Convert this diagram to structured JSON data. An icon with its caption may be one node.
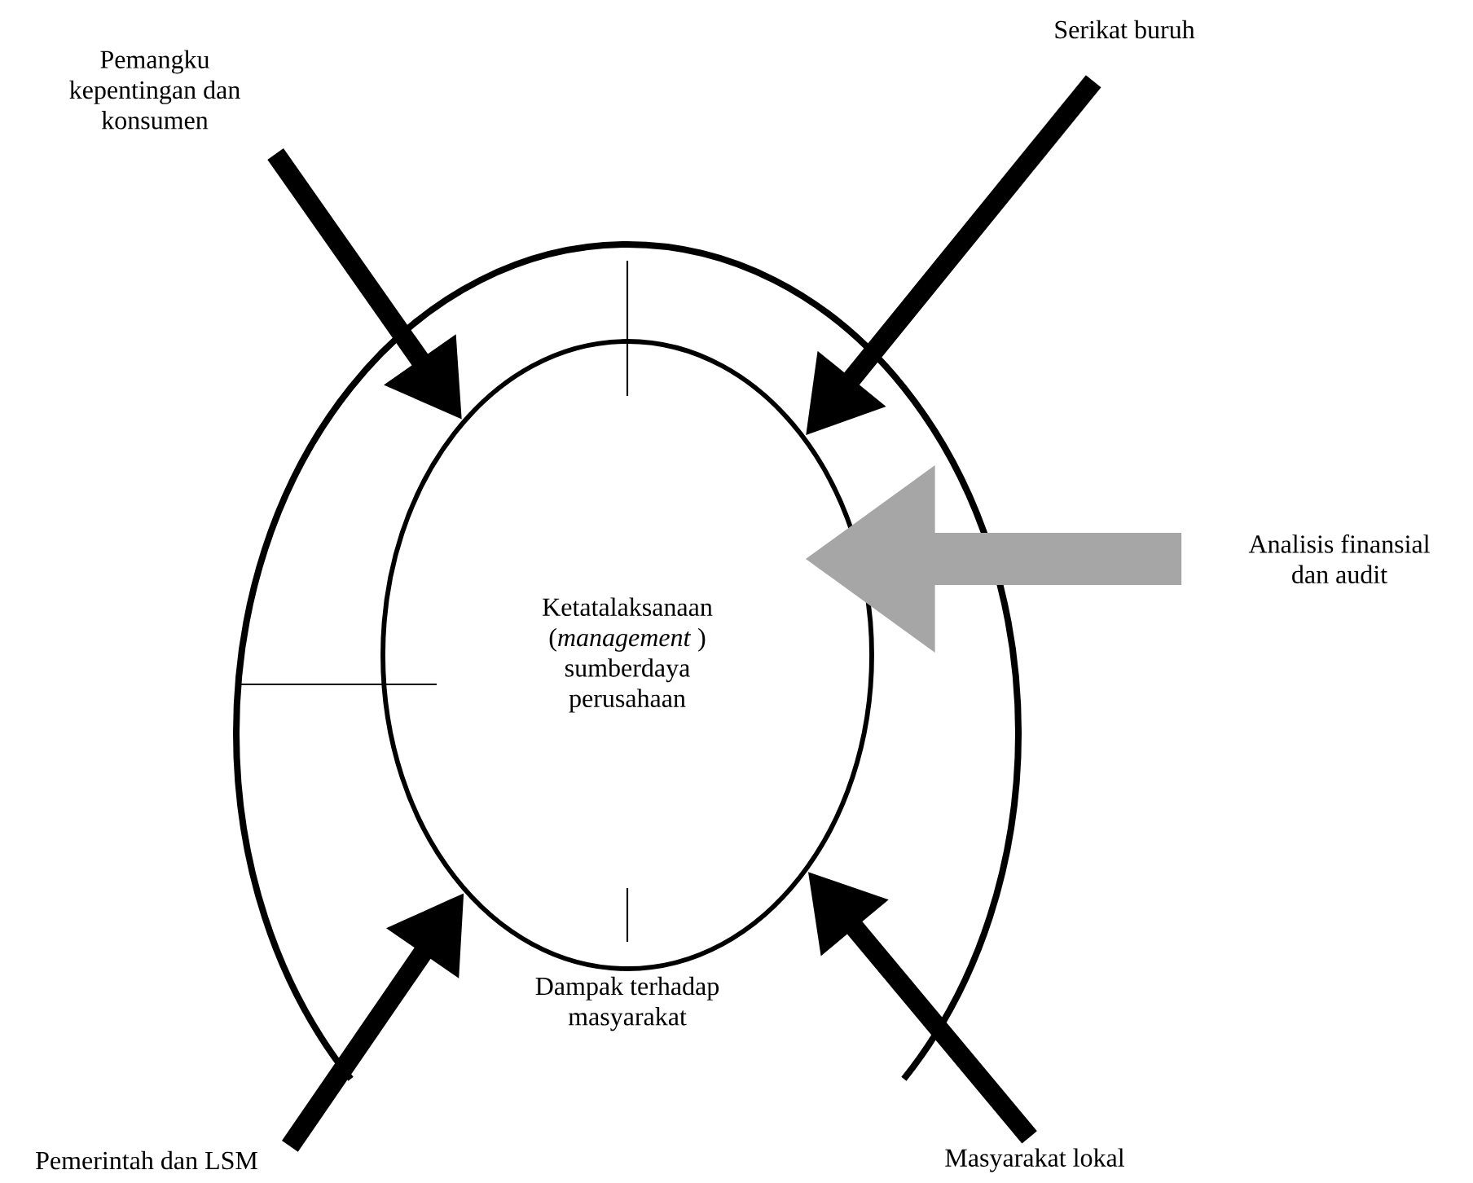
{
  "diagram": {
    "nodes": [
      {
        "text": [],
        "shape": "ellipse"
      },
      {
        "text": [
          "Ketatalaksanaan (*management* ) sumberdaya perusahaan"
        ],
        "in": 0
      },
      {
        "text": [
          "Pemangku kepentingan dan konsumen"
        ]
      },
      {
        "text": [
          "Serikat buruh"
        ]
      },
      {
        "text": [
          "Analisis finansial dan audit"
        ]
      },
      {
        "text": [
          "Pemerintah dan LSM"
        ]
      },
      {
        "text": [
          "Masyarakat lokal"
        ]
      }
    ],
    "edges": [
      {
        "from": 2,
        "to": 1,
        "arrow": "to"
      },
      {
        "from": 3,
        "to": 1,
        "arrow": "to"
      },
      {
        "from": 4,
        "to": 1,
        "arrow": "to",
        "style": "thick",
        "color": "#a6a6a6"
      },
      {
        "from": 5,
        "to": 1,
        "arrow": "to"
      },
      {
        "from": 6,
        "to": 1,
        "arrow": "to"
      }
    ],
    "labels": [
      "Dampak terhadap masyarakat"
    ]
  }
}
